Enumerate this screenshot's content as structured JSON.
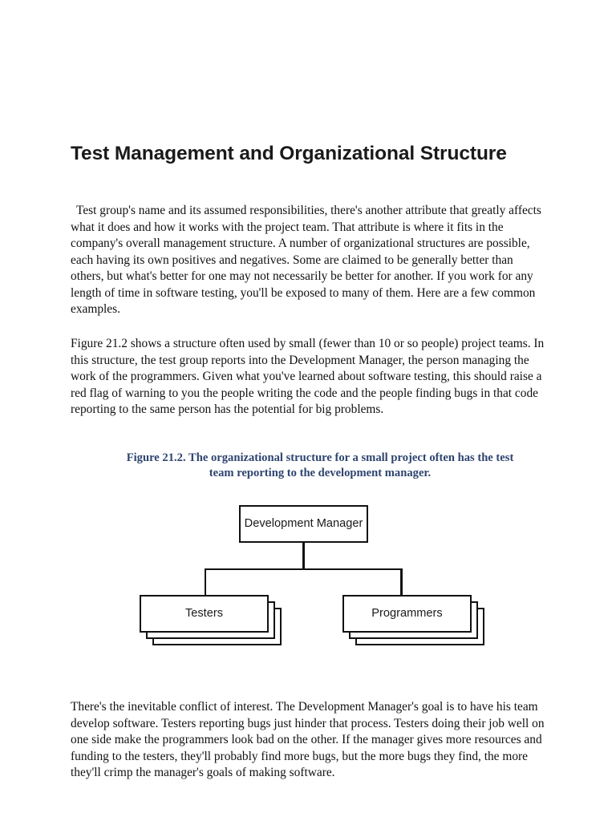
{
  "document": {
    "title": "Test Management and Organizational Structure",
    "paragraphs": [
      " Test group's name and its assumed responsibilities, there's another attribute that greatly affects what it does and how it works with the project team. That attribute is where it fits in the company's overall management structure. A number of organizational structures are possible, each having its own positives and negatives. Some are claimed to be generally better than others, but what's better for one may not necessarily be better for another. If you work for any length of time in software testing, you'll be exposed to many of them. Here are a few common examples.",
      "Figure 21.2 shows a structure often used by small (fewer than 10 or so people) project teams. In this structure, the test group reports into the Development Manager, the person managing the work of the programmers. Given what you've learned about software testing, this should raise a red flag of warning to you the people writing the code and the people finding bugs in that code reporting to the same person has the potential for big problems.",
      "There's the inevitable conflict of interest. The Development Manager's goal is to have his team develop software. Testers reporting bugs just hinder that process. Testers doing their job well on one side make the programmers look bad on the other. If the manager gives more resources and funding to the testers, they'll probably find more bugs, but the more bugs they find, the more they'll crimp the manager's goals of making software."
    ]
  },
  "figure": {
    "caption": "Figure 21.2. The organizational structure for a small project often has the test team reporting to the development manager.",
    "caption_color": "#2e4470",
    "chart_data": {
      "type": "diagram",
      "diagram_kind": "organizational-chart",
      "nodes": [
        {
          "id": "root",
          "label": "Development Manager",
          "level": 0,
          "style": "single-box"
        },
        {
          "id": "testers",
          "label": "Testers",
          "level": 1,
          "style": "stacked-box"
        },
        {
          "id": "programmers",
          "label": "Programmers",
          "level": 1,
          "style": "stacked-box"
        }
      ],
      "edges": [
        {
          "from": "root",
          "to": "testers"
        },
        {
          "from": "root",
          "to": "programmers"
        }
      ],
      "border_color": "#111111",
      "fill_color": "#ffffff"
    }
  }
}
